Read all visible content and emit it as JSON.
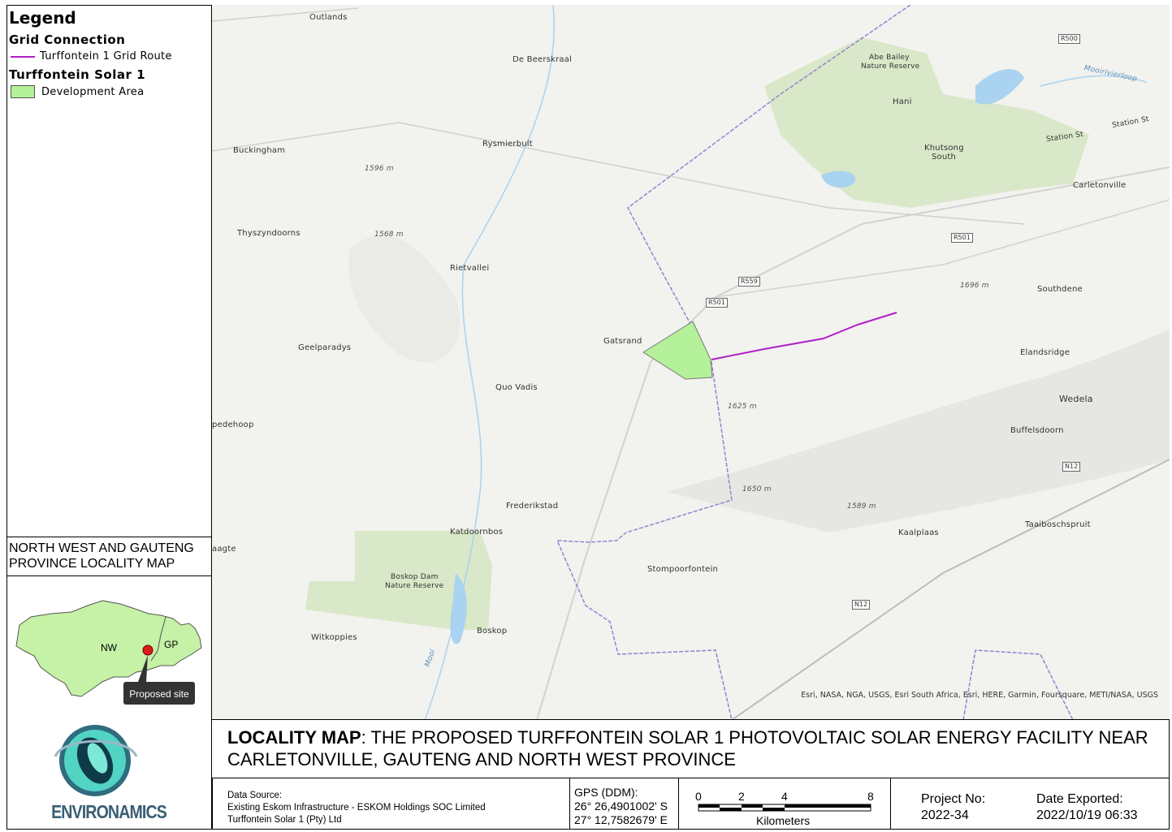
{
  "legend": {
    "title": "Legend",
    "groups": [
      {
        "heading": "Grid Connection",
        "item": "Turffontein 1 Grid Route"
      },
      {
        "heading": "Turffontein Solar 1",
        "item": "Development Area"
      }
    ]
  },
  "locality_map_title": "NORTH WEST AND GAUTENG PROVINCE LOCALITY MAP",
  "inset": {
    "labels": [
      "NW",
      "GP"
    ],
    "callout": "Proposed site"
  },
  "map": {
    "places": [
      "Outlands",
      "De Beerskraal",
      "Abe Bailey",
      "Nature Reserve",
      "Hani",
      "Buckingham",
      "Rysmierbult",
      "Khutsong",
      "South",
      "Carletonville",
      "Thyszyndoorns",
      "Rietvallei",
      "Gatsrand",
      "Southdene",
      "Geelparadys",
      "Elandsridge",
      "Quo Vadis",
      "Wedela",
      "pedehoop",
      "Buffelsdoorn",
      "Frederikstad",
      "Taaiboschspruit",
      "Katdoornbos",
      "Kaalplaas",
      "aagte",
      "Boskop Dam",
      "Nature Reserve",
      "Stompoorfontein",
      "Witkoppies",
      "Boskop",
      "Station St",
      "Station St",
      "Mooirivierloop",
      "Mooi"
    ],
    "elevations": [
      "1596 m",
      "1568 m",
      "1696 m",
      "1625 m",
      "1650 m",
      "1589 m"
    ],
    "shields": [
      "R500",
      "R501",
      "R559",
      "R501",
      "N12",
      "N12"
    ],
    "credits": "Esri, NASA, NGA, USGS, Esri South Africa, Esri, HERE, Garmin, Foursquare, METI/NASA, USGS"
  },
  "logo_text": "ENVIRONAMICS",
  "title": {
    "bold": "LOCALITY MAP",
    "rest": ": THE PROPOSED TURFFONTEIN SOLAR 1 PHOTOVOLTAIC SOLAR ENERGY FACILITY NEAR CARLETONVILLE, GAUTENG  AND NORTH WEST PROVINCE"
  },
  "data_source": {
    "label": "Data Source:",
    "lines": [
      "Existing Eskom Infrastructure - ESKOM Holdings SOC Limited",
      "Turffontein Solar 1 (Pty) Ltd"
    ]
  },
  "gps": {
    "label": "GPS (DDM):",
    "lat": "26° 26,4901002' S",
    "lon": "27° 12,7582679' E"
  },
  "scale_bar": {
    "ticks": [
      "0",
      "2",
      "4",
      "8"
    ],
    "unit": "Kilometers"
  },
  "project": {
    "label": "Project No:",
    "value": "2022-34"
  },
  "date_exported": {
    "label": "Date Exported:",
    "value": "2022/10/19 06:33"
  },
  "colors": {
    "route": "#b21fc8",
    "development_area": "#b5f09a",
    "reserve": "#d9e8c8",
    "water": "#a9d3f0",
    "boundary": "#9a7fd1"
  }
}
